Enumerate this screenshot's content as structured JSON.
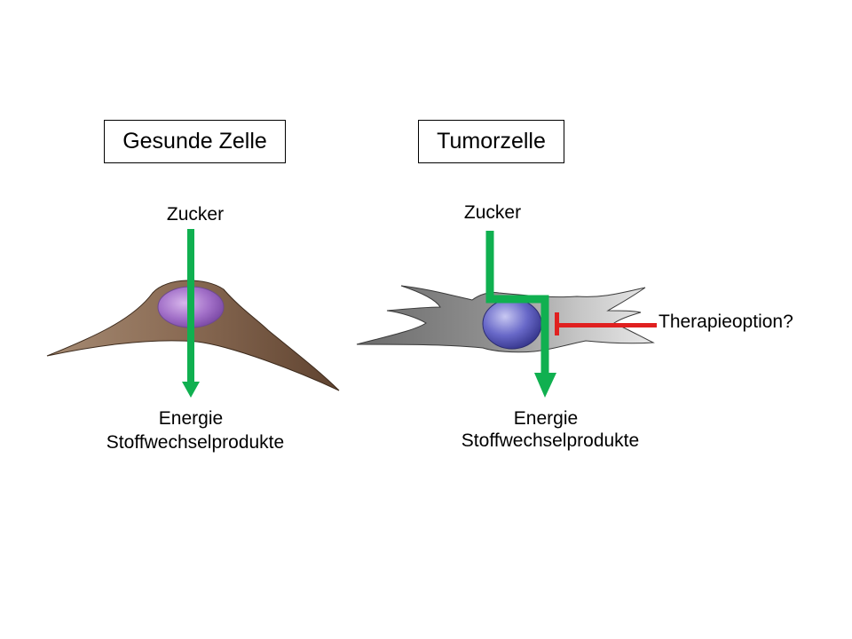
{
  "healthy": {
    "title": "Gesunde Zelle",
    "input": "Zucker",
    "output_line1": "Energie",
    "output_line2": "Stoffwechselprodukte"
  },
  "tumor": {
    "title": "Tumorzelle",
    "input": "Zucker",
    "output_line1": "Energie",
    "output_line2": "Stoffwechselprodukte",
    "inhibitor_label": "Therapieoption?"
  },
  "colors": {
    "pathway_arrow": "#10b050",
    "inhibitor": "#e02020",
    "healthy_cell": "#8c6a50",
    "healthy_nucleus": "#a070c0",
    "tumor_cell": "#8a8a8a",
    "tumor_nucleus": "#5050b8"
  }
}
